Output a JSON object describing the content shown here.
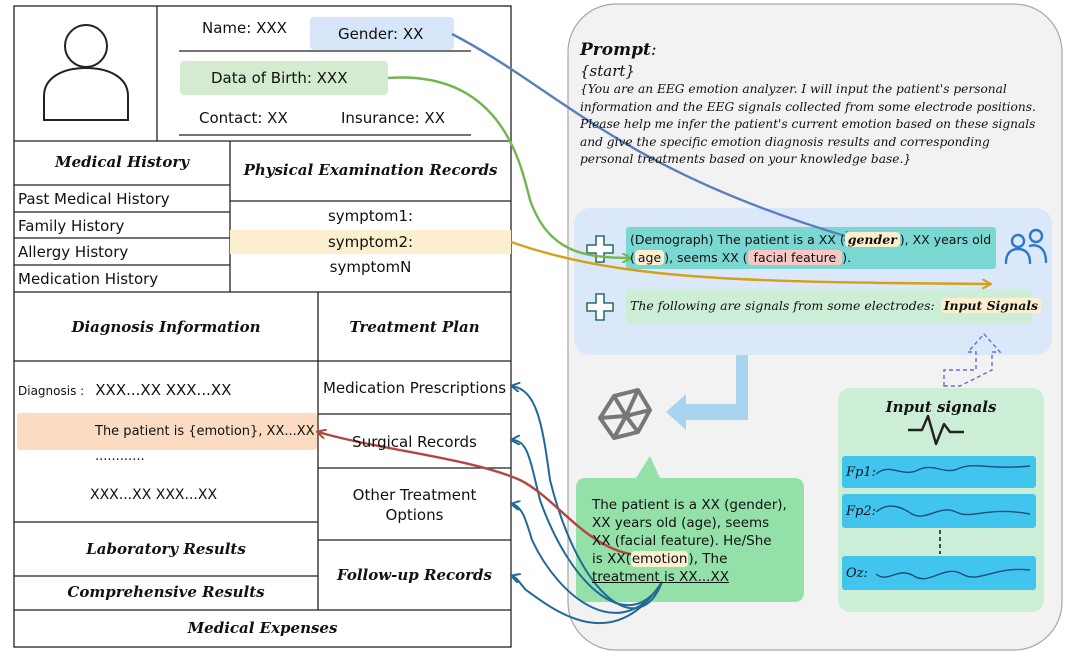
{
  "record": {
    "name": "Name: XXX",
    "gender": "Gender: XX",
    "dob": "Data of Birth: XXX",
    "contact": "Contact: XX",
    "insurance": "Insurance: XX",
    "medical_history": {
      "title": "Medical History",
      "items": [
        "Past Medical History",
        "Family History",
        "Allergy History",
        "Medication History"
      ]
    },
    "physical_exam": {
      "title": "Physical Examination Records",
      "symptoms": [
        "symptom1:",
        "symptom2:",
        "symptomN"
      ]
    },
    "diagnosis": {
      "title": "Diagnosis Information",
      "line1_label": "Diagnosis :",
      "line1_value": "XXX...XX  XXX...XX",
      "emotion_line": "The patient is {emotion}, XX...XX",
      "dots": "............",
      "line3": "XXX...XX  XXX...XX"
    },
    "treatment": {
      "title": "Treatment Plan",
      "items": [
        "Medication Prescriptions",
        "Surgical Records",
        "Other Treatment Options",
        "Follow-up Records"
      ]
    },
    "lab": "Laboratory Results",
    "comprehensive": "Comprehensive Results",
    "expenses": "Medical Expenses"
  },
  "prompt": {
    "title": "Prompt",
    "colon": ":",
    "start": "{start}",
    "body": "{You are an EEG emotion analyzer. I will input the patient's personal information and the EEG signals collected from some electrode positions. Please help me infer the patient's current emotion based on these signals and give the specific emotion diagnosis results and corresponding personal treatments based on your knowledge base.}"
  },
  "demograph": {
    "p1": "(Demograph) The patient is a XX (",
    "gender": "gender",
    "p2": "), XX years old",
    "p3": "(",
    "age": "age",
    "p4": "), seems XX (",
    "facial": "facial feature",
    "p5": ")."
  },
  "signals_line": {
    "text": "The following are signals from some electrodes:",
    "tag": "Input Signals"
  },
  "output": {
    "l1": "The patient is a XX (gender),",
    "l2": "XX years old (age), seems",
    "l3": "XX (facial feature). He/She",
    "l4a": "is XX(",
    "l4b": "emotion",
    "l4c": "), The",
    "l5": "treatment is XX...XX"
  },
  "input_signals": {
    "title": "Input signals",
    "channels": [
      "Fp1:",
      "Fp2:",
      "Oz:"
    ]
  },
  "colors": {
    "gender_blue": "#d6e6f8",
    "dob_green": "#d4ebcf",
    "symptom_yellow": "#fbefcf",
    "emotion_orange": "#fbdcc2",
    "teal": "#7ad7d2",
    "signals_green": "#cdeed6",
    "output_green": "#93e0a8",
    "channel_blue": "#41c5ee",
    "panel_bg": "#f2f2f2",
    "input_area": "#dbe8fa"
  }
}
